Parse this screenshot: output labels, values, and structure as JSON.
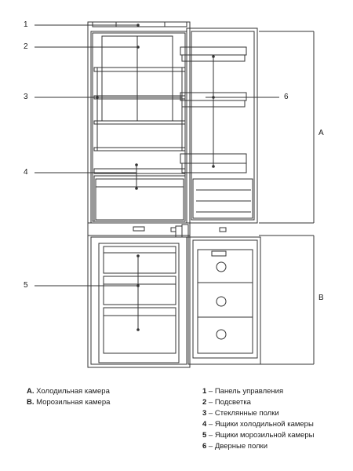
{
  "callouts": {
    "c1": "1",
    "c2": "2",
    "c3": "3",
    "c4": "4",
    "c5": "5",
    "c6": "6"
  },
  "sections": {
    "a": "A",
    "b": "B"
  },
  "legend_left": [
    {
      "key": "A.",
      "text": " Холодильная камера"
    },
    {
      "key": "B.",
      "text": " Морозильная камера"
    }
  ],
  "legend_right": [
    {
      "key": "1",
      "text": " – Панель управления"
    },
    {
      "key": "2",
      "text": " – Подсветка"
    },
    {
      "key": "3",
      "text": " – Стеклянные полки"
    },
    {
      "key": "4",
      "text": " – Ящики холодильной камеры"
    },
    {
      "key": "5",
      "text": " – Ящики морозильной камеры"
    },
    {
      "key": "6",
      "text": " – Дверные полки"
    }
  ]
}
